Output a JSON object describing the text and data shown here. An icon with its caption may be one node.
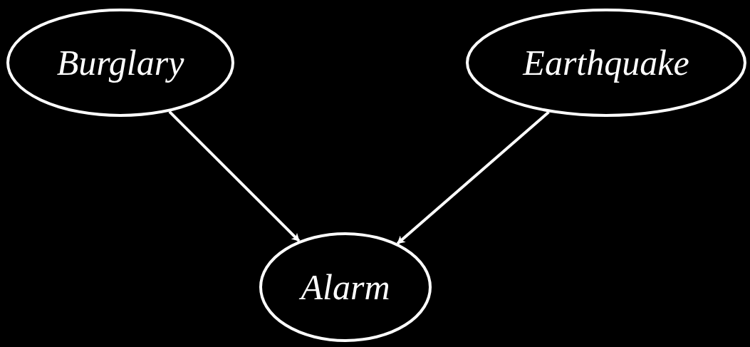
{
  "diagram": {
    "nodes": [
      {
        "text": [
          "Burglary"
        ]
      },
      {
        "text": [
          "Earthquake"
        ]
      },
      {
        "text": [
          "Alarm"
        ]
      }
    ],
    "edges": [
      {
        "from": 0,
        "to": 2,
        "arrow": "to"
      },
      {
        "from": 1,
        "to": 2,
        "arrow": "to"
      }
    ]
  }
}
